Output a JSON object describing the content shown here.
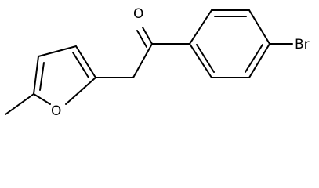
{
  "molecule": {
    "atom_labels": {
      "carbonyl_oxygen": "O",
      "bromine": "Br",
      "ring_oxygen": "O"
    },
    "colors": {
      "bond": "#000000",
      "label": "#000000",
      "background": "#ffffff"
    }
  }
}
